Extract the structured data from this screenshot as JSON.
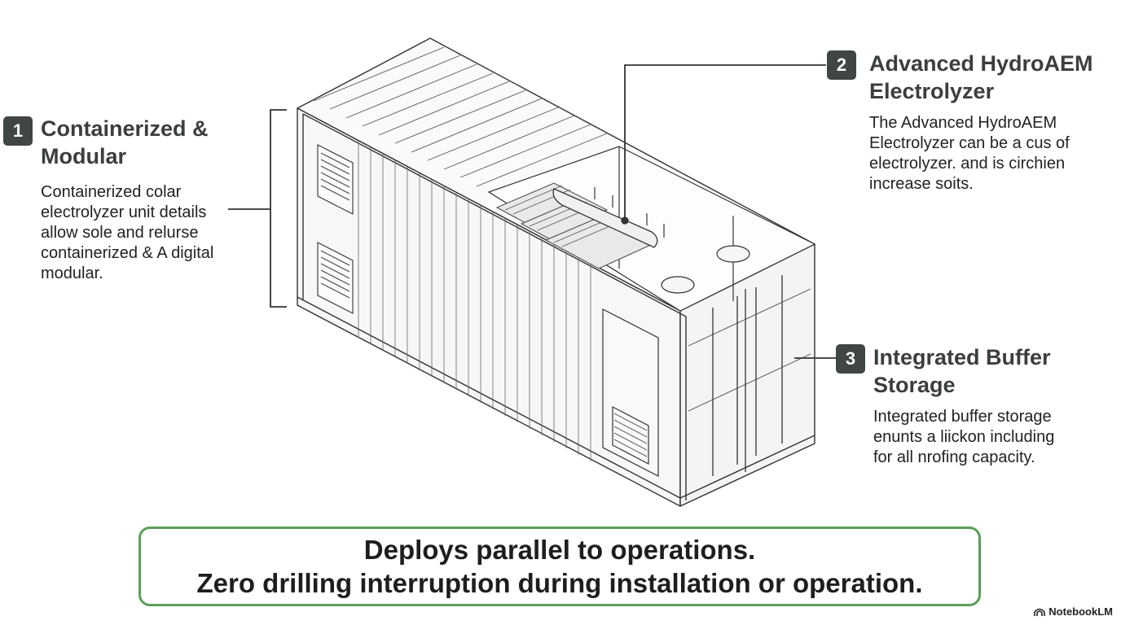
{
  "callouts": [
    {
      "number": "1",
      "title_lines": [
        "Containerized &",
        "Modular"
      ],
      "body_lines": [
        "Containerized colar",
        "electrolyzer unit details",
        "allow sole and relurse",
        "containerized & A digital",
        "modular."
      ]
    },
    {
      "number": "2",
      "title_lines": [
        "Advanced HydroAEM",
        "Electrolyzer"
      ],
      "body_lines": [
        "The Advanced HydroAEM",
        "Electrolyzer can be a cus of",
        "electrolyzer. and is circhien",
        "increase soits."
      ]
    },
    {
      "number": "3",
      "title_lines": [
        "Integrated Buffer",
        "Storage"
      ],
      "body_lines": [
        "Integrated buffer storage",
        "enunts a liickon including",
        "for all nrofing capacity."
      ]
    }
  ],
  "summary": {
    "line1": "Deploys parallel to operations.",
    "line2": "Zero drilling interruption during installation or operation."
  },
  "brand": {
    "name": "NotebookLM",
    "icon": "notebooklm-logo-icon"
  },
  "colors": {
    "accent_green": "#5aa05a",
    "badge": "#3f4644",
    "line_art": "#333333"
  }
}
